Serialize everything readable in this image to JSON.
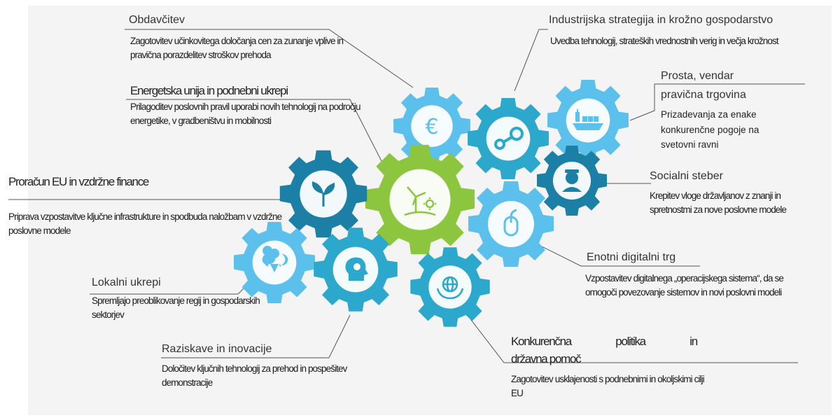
{
  "colors": {
    "gear_light": "#5bc0eb",
    "gear_medium": "#2ba8cc",
    "gear_dark": "#1c7fa6",
    "gear_green": "#8cc63f",
    "line": "#555555",
    "background": "#f4f4f4"
  },
  "gears": [
    {
      "id": "obdavcitev",
      "icon": "euro-icon",
      "color": "light"
    },
    {
      "id": "industrija",
      "icon": "steam-icon",
      "color": "medium"
    },
    {
      "id": "trgovina",
      "icon": "cargo-ship-icon",
      "color": "light"
    },
    {
      "id": "socialni",
      "icon": "person-icon",
      "color": "dark"
    },
    {
      "id": "digitalni",
      "icon": "mouse-icon",
      "color": "light"
    },
    {
      "id": "energetska",
      "icon": "wind-turbine-icon",
      "color": "green"
    },
    {
      "id": "proracun",
      "icon": "plant-icon",
      "color": "dark"
    },
    {
      "id": "lokalni",
      "icon": "map-pins-icon",
      "color": "light"
    },
    {
      "id": "raziskave",
      "icon": "idea-head-icon",
      "color": "medium"
    },
    {
      "id": "konkurencna",
      "icon": "globe-hands-icon",
      "color": "medium"
    }
  ],
  "labels": {
    "obdavcitev": {
      "title": "Obdavčitev",
      "body": "Zagotovitev učinkovitega določanja cen za zunanje vplive in pravična porazdelitev stroškov prehoda"
    },
    "industrija": {
      "title": "Industrijska strategija in krožno gospodarstvo",
      "body": "Uvedba tehnologij, strateških vrednostnih verig in večja krožnost"
    },
    "trgovina": {
      "title_line1": "Prosta, vendar",
      "title_line2": "pravična trgovina",
      "body": "Prizadevanja za enake konkurenčne pogoje na svetovni ravni"
    },
    "energetska": {
      "title": "Energetska unija in podnebni ukrepi",
      "body": "Prilagoditev poslovnih pravil uporabi novih tehnologij na področju energetike, v gradbeništvu in mobilnosti"
    },
    "proracun": {
      "title": "Proračun EU in vzdržne finance",
      "body": "Priprava vzpostavitve ključne infrastrukture in spodbuda naložbam v vzdržne poslovne modele"
    },
    "socialni": {
      "title": "Socialni steber",
      "body": "Krepitev vloge državljanov z znanji in spretnostmi za nove poslovne modele"
    },
    "digitalni": {
      "title": "Enotni digitalni trg",
      "body": "Vzpostavitev digitalnega „operacijskega sistema“, da se omogoči povezovanje sistemov in novi poslovni modeli"
    },
    "lokalni": {
      "title": "Lokalni ukrepi",
      "body": "Spremljajo preoblikovanje regij in gospodarskih sektorjev"
    },
    "raziskave": {
      "title": "Raziskave in inovacije",
      "body": "Določitev ključnih tehnologij za prehod in pospešitev demonstracije"
    },
    "konkurencna": {
      "title_line1": "Konkurenčna politika in",
      "title_line2": "državna pomoč",
      "body": "Zagotovitev usklajenosti s podnebnimi in okoljskimi cilji EU"
    }
  }
}
